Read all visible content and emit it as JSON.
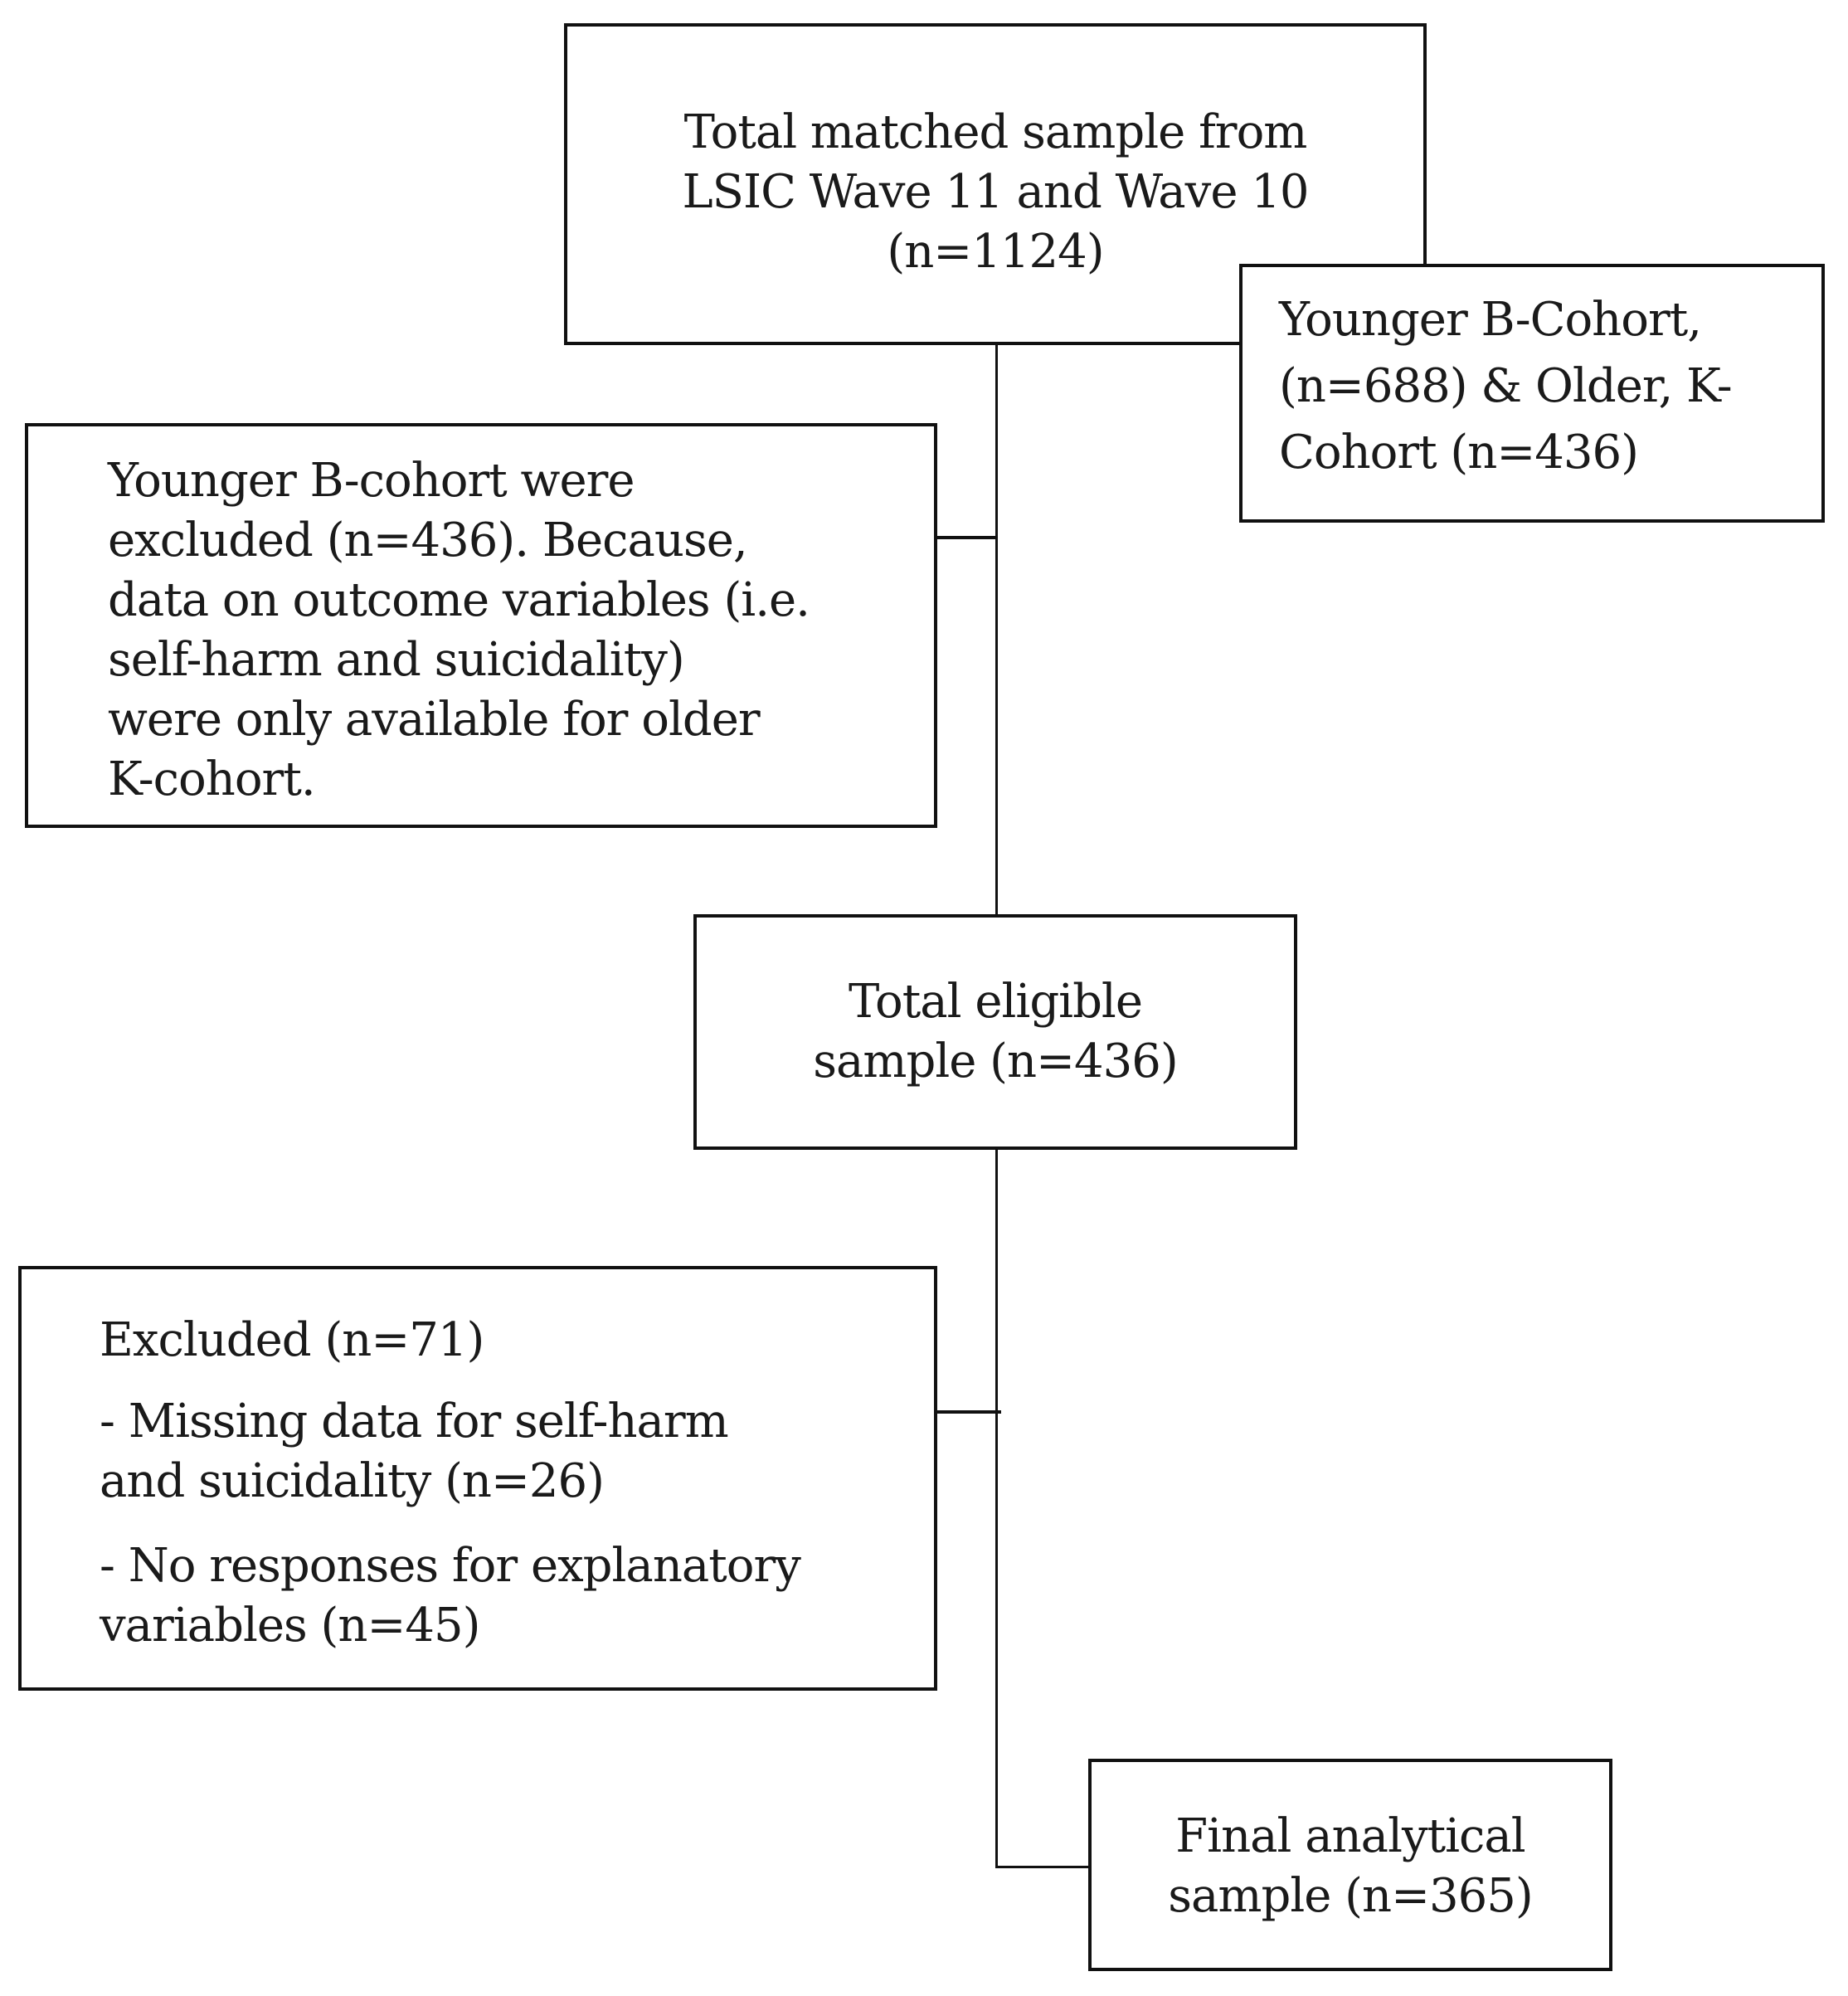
{
  "flowchart": {
    "total_matched": {
      "lines": [
        "Total matched sample from",
        "LSIC Wave 11 and Wave 10",
        "(n=1124)"
      ]
    },
    "cohorts": {
      "lines": [
        "Younger B-Cohort,",
        "(n=688) & Older, K-",
        "Cohort (n=436)"
      ]
    },
    "excluded_first": {
      "lines": [
        "Younger B-cohort were",
        "excluded (n=436). Because,",
        "data on outcome variables (i.e.",
        "self-harm and suicidality)",
        "were only available for older",
        "K-cohort."
      ]
    },
    "eligible": {
      "lines": [
        "Total eligible",
        "sample (n=436)"
      ]
    },
    "excluded_second": {
      "header": "Excluded (n=71)",
      "item1": [
        "- Missing data for self-harm",
        "and suicidality (n=26)"
      ],
      "item2": [
        "- No responses for explanatory",
        "variables (n=45)"
      ]
    },
    "final": {
      "lines": [
        "Final analytical",
        "sample (n=365)"
      ]
    }
  }
}
